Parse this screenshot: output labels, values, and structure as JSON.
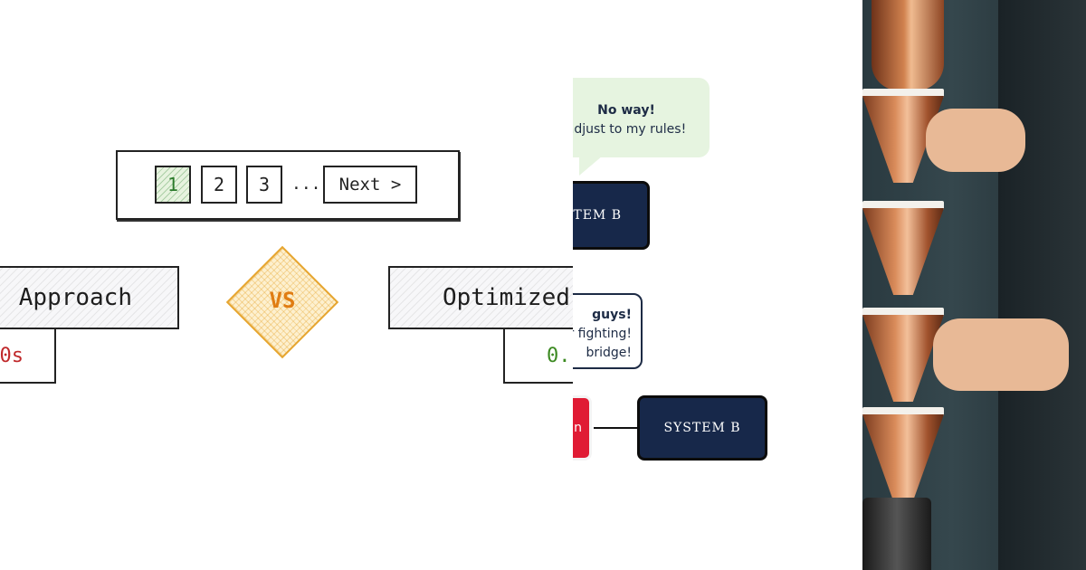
{
  "pagination": {
    "pages": [
      "1",
      "2",
      "3"
    ],
    "ellipsis": "...",
    "next_label": "Next >"
  },
  "comparison": {
    "left_label": "Approach",
    "left_sub": "0s",
    "vs_label": "VS",
    "right_label": "Optimized",
    "right_sub": "0."
  },
  "middle": {
    "bubble_top_title": "No way!",
    "bubble_top_text": "adjust to my rules!",
    "system_b_top": "TEM B",
    "bubble_mid_title": "guys!",
    "bubble_mid_line1": "r fighting!",
    "bubble_mid_line2": "bridge!",
    "red_box_text": "n",
    "system_b_bottom": "SYSTEM B"
  },
  "colors": {
    "navy": "#17284a",
    "red": "#e01b34",
    "green_bubble": "#e6f4e0",
    "orange": "#e07d13"
  }
}
